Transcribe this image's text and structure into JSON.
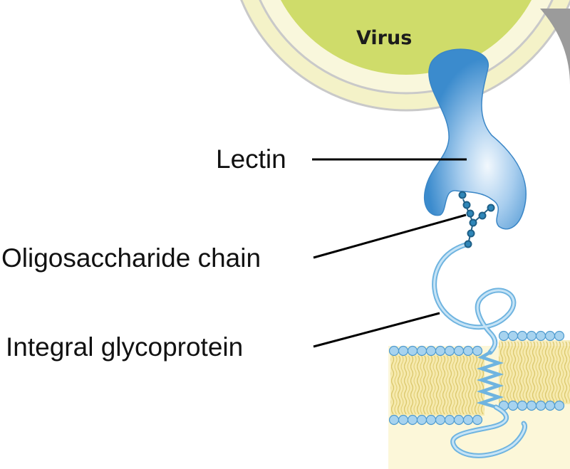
{
  "labels": {
    "virus": "Virus",
    "lectin": "Lectin",
    "oligosaccharide": "Oligosaccharide chain",
    "glycoprotein": "Integral glycoprotein"
  },
  "colors": {
    "virus_core": "#cfdc6a",
    "virus_ring": "#f3f1c4",
    "virus_outline": "#bdbdbd",
    "lectin_dark": "#3e8fd1",
    "lectin_light": "#eaf4fc",
    "sugar": "#2f86b8",
    "protein": "#8ec8ec",
    "lipid_head": "#a7d3ef",
    "lipid_tail": "#f1e08a",
    "membrane_bg": "#fbf5cf",
    "leader_line": "#000000"
  }
}
